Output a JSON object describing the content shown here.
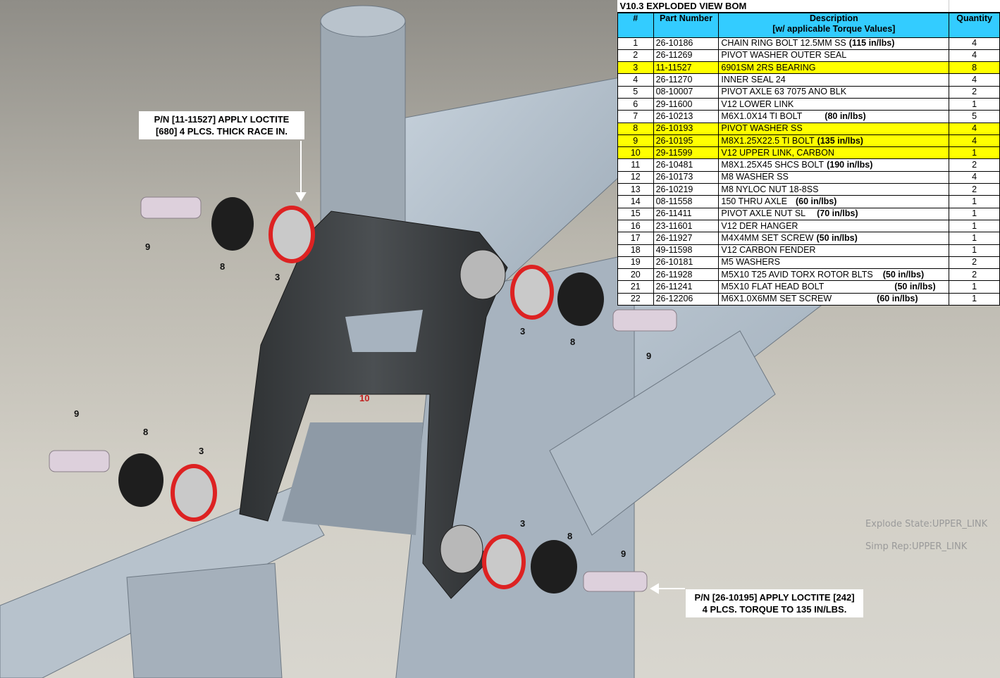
{
  "bom": {
    "title": "V10.3 EXPLODED VIEW BOM",
    "headers": {
      "num": "#",
      "part": "Part Number",
      "desc1": "Description",
      "desc2": "[w/ applicable Torque Values]",
      "qty": "Quantity"
    },
    "highlight_color": "#ffff00",
    "header_color": "#33ccff",
    "rows": [
      {
        "n": "1",
        "pn": "26-10186",
        "desc": "CHAIN RING BOLT 12.5MM SS",
        "torque": "(115 in/lbs)",
        "qty": "4",
        "hl": false
      },
      {
        "n": "2",
        "pn": "26-11269",
        "desc": "PIVOT WASHER OUTER SEAL",
        "torque": "",
        "qty": "4",
        "hl": false
      },
      {
        "n": "3",
        "pn": "11-11527",
        "desc": "6901SM 2RS BEARING",
        "torque": "",
        "qty": "8",
        "hl": true
      },
      {
        "n": "4",
        "pn": "26-11270",
        "desc": "INNER SEAL 24",
        "torque": "",
        "qty": "4",
        "hl": false
      },
      {
        "n": "5",
        "pn": "08-10007",
        "desc": "PIVOT AXLE 63 7075 ANO BLK",
        "torque": "",
        "qty": "2",
        "hl": false
      },
      {
        "n": "6",
        "pn": "29-11600",
        "desc": "V12 LOWER LINK",
        "torque": "",
        "qty": "1",
        "hl": false
      },
      {
        "n": "7",
        "pn": "26-10213",
        "desc": "M6X1.0X14 TI BOLT",
        "torque": "(80 in/lbs)",
        "qty": "5",
        "hl": false
      },
      {
        "n": "8",
        "pn": "26-10193",
        "desc": "PIVOT WASHER SS",
        "torque": "",
        "qty": "4",
        "hl": true
      },
      {
        "n": "9",
        "pn": "26-10195",
        "desc": "M8X1.25X22.5 TI BOLT",
        "torque": "(135 in/lbs)",
        "qty": "4",
        "hl": true
      },
      {
        "n": "10",
        "pn": "29-11599",
        "desc": "V12 UPPER LINK, CARBON",
        "torque": "",
        "qty": "1",
        "hl": true
      },
      {
        "n": "11",
        "pn": "26-10481",
        "desc": "M8X1.25X45 SHCS BOLT",
        "torque": "(190 in/lbs)",
        "qty": "2",
        "hl": false
      },
      {
        "n": "12",
        "pn": "26-10173",
        "desc": "M8 WASHER SS",
        "torque": "",
        "qty": "4",
        "hl": false
      },
      {
        "n": "13",
        "pn": "26-10219",
        "desc": "M8 NYLOC NUT 18-8SS",
        "torque": "",
        "qty": "2",
        "hl": false
      },
      {
        "n": "14",
        "pn": "08-11558",
        "desc": "150 THRU AXLE",
        "torque": "(60 in/lbs)",
        "qty": "1",
        "hl": false
      },
      {
        "n": "15",
        "pn": "26-11411",
        "desc": "PIVOT AXLE NUT SL",
        "torque": "(70 in/lbs)",
        "qty": "1",
        "hl": false
      },
      {
        "n": "16",
        "pn": "23-11601",
        "desc": "V12 DER HANGER",
        "torque": "",
        "qty": "1",
        "hl": false
      },
      {
        "n": "17",
        "pn": "26-11927",
        "desc": "M4X4MM SET SCREW",
        "torque": "(50 in/lbs)",
        "qty": "1",
        "hl": false
      },
      {
        "n": "18",
        "pn": "49-11598",
        "desc": "V12 CARBON FENDER",
        "torque": "",
        "qty": "1",
        "hl": false
      },
      {
        "n": "19",
        "pn": "26-10181",
        "desc": "M5 WASHERS",
        "torque": "",
        "qty": "2",
        "hl": false
      },
      {
        "n": "20",
        "pn": "26-11928",
        "desc": "M5X10 T25 AVID TORX ROTOR BLTS",
        "torque": "(50 in/lbs)",
        "qty": "2",
        "hl": false
      },
      {
        "n": "21",
        "pn": "26-11241",
        "desc": "M5X10 FLAT HEAD BOLT",
        "torque": "(50 in/lbs)",
        "qty": "1",
        "hl": false
      },
      {
        "n": "22",
        "pn": "26-12206",
        "desc": "M6X1.0X6MM SET SCREW",
        "torque": "(60 in/lbs)",
        "qty": "1",
        "hl": false
      }
    ]
  },
  "callouts": {
    "top": {
      "line1": "P/N [11-11527] APPLY LOCTITE",
      "line2": "[680] 4 PLCS. THICK RACE IN."
    },
    "bottom": {
      "line1": "P/N [26-10195] APPLY LOCTITE [242]",
      "line2": "4 PLCS. TORQUE TO 135 IN/LBS."
    }
  },
  "status": {
    "explode_state": "Explode State:UPPER_LINK",
    "simp_rep": "Simp Rep:UPPER_LINK"
  },
  "part_labels": [
    "9",
    "8",
    "3",
    "3",
    "8",
    "9",
    "10",
    "9",
    "8",
    "3",
    "3",
    "8",
    "9"
  ]
}
